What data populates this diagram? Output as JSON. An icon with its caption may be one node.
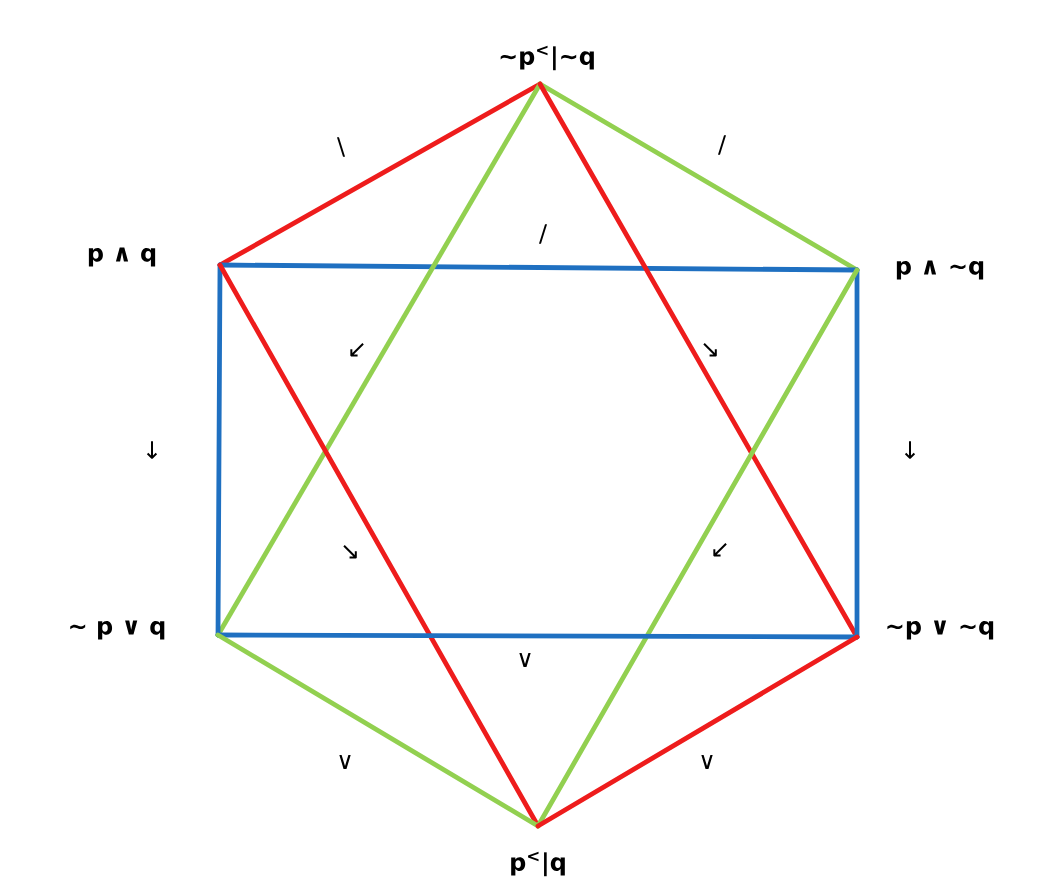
{
  "diagram": {
    "nodes": [
      {
        "text": [
          "~p$^{<}$|~q"
        ]
      },
      {
        "text": [
          "p ∧ q"
        ]
      },
      {
        "text": [
          "p ∧ ~q"
        ]
      },
      {
        "text": [
          "~ p ∨ q"
        ]
      },
      {
        "text": [
          "~p ∨ ~q"
        ]
      },
      {
        "text": [
          "p$^{<}$|q"
        ]
      }
    ],
    "edges": [
      {
        "from": 0,
        "to": 1,
        "arrow": "none",
        "label": "\\",
        "color": "#ee1c1c"
      },
      {
        "from": 0,
        "to": 2,
        "arrow": "none",
        "label": "/",
        "color": "#92d050"
      },
      {
        "from": 1,
        "to": 2,
        "arrow": "none",
        "label": "/",
        "color": "#1f70c1"
      },
      {
        "from": 0,
        "to": 3,
        "arrow": "none",
        "label": "↙",
        "color": "#92d050"
      },
      {
        "from": 0,
        "to": 4,
        "arrow": "none",
        "label": "↘",
        "color": "#ee1c1c"
      },
      {
        "from": 1,
        "to": 3,
        "arrow": "none",
        "label": "↓",
        "color": "#1f70c1"
      },
      {
        "from": 2,
        "to": 4,
        "arrow": "none",
        "label": "↓",
        "color": "#1f70c1"
      },
      {
        "from": 1,
        "to": 5,
        "arrow": "none",
        "label": "↘",
        "color": "#ee1c1c"
      },
      {
        "from": 2,
        "to": 5,
        "arrow": "none",
        "label": "↙",
        "color": "#92d050"
      },
      {
        "from": 3,
        "to": 4,
        "arrow": "none",
        "label": "∨",
        "color": "#1f70c1"
      },
      {
        "from": 3,
        "to": 5,
        "arrow": "none",
        "label": "∨",
        "color": "#92d050"
      },
      {
        "from": 4,
        "to": 5,
        "arrow": "none",
        "label": "∨",
        "color": "#ee1c1c"
      }
    ]
  }
}
